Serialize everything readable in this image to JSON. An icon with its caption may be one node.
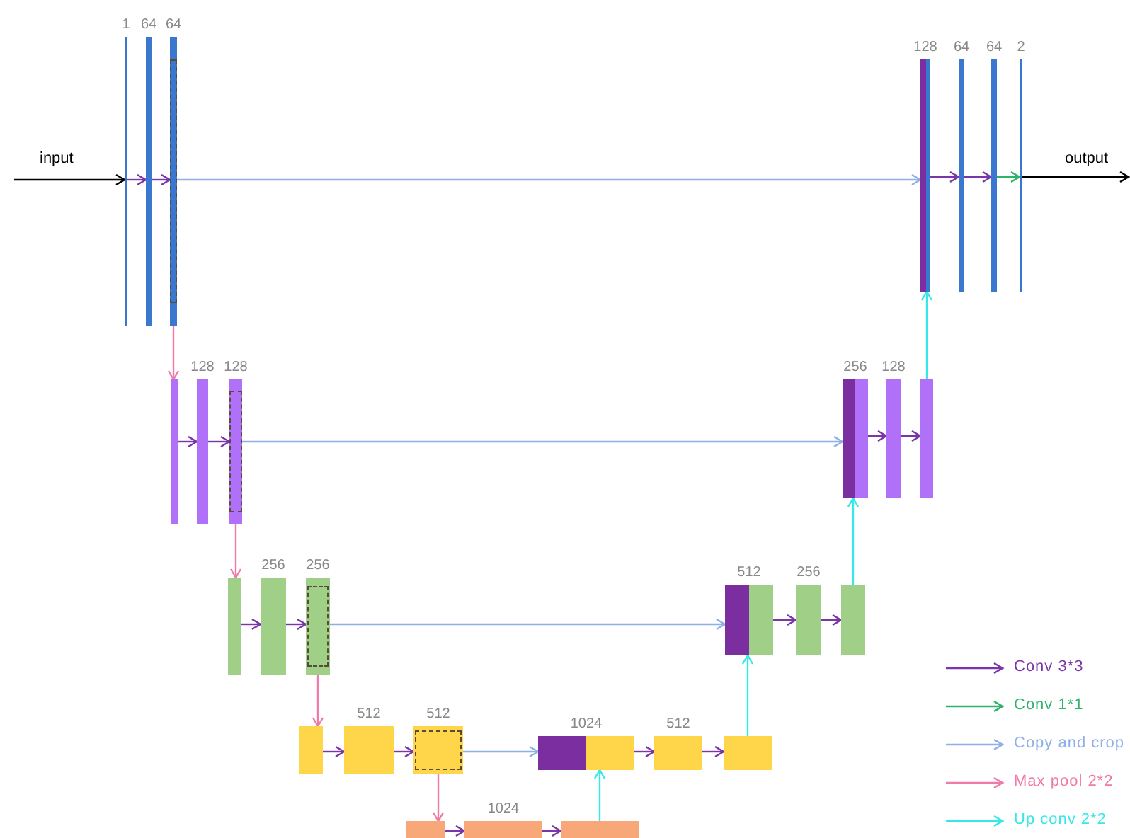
{
  "diagram": {
    "nodes": [
      {
        "text": [],
        "shape": "bar",
        "beside": [
          "1"
        ]
      },
      {
        "text": [],
        "shape": "bar",
        "beside": [
          "64"
        ]
      },
      {
        "text": [],
        "shape": "bar",
        "beside": [
          "64"
        ]
      },
      {
        "text": [],
        "shape": "bar",
        "beside": [
          "128"
        ]
      },
      {
        "text": [],
        "shape": "bar",
        "beside": [
          "64"
        ]
      },
      {
        "text": [],
        "shape": "bar",
        "beside": [
          "64"
        ]
      },
      {
        "text": [],
        "shape": "bar",
        "beside": [
          "2"
        ]
      },
      {
        "text": [],
        "shape": "bar"
      },
      {
        "text": [],
        "shape": "bar",
        "beside": [
          "128"
        ]
      },
      {
        "text": [],
        "shape": "bar",
        "beside": [
          "128"
        ]
      },
      {
        "text": [],
        "shape": "bar",
        "beside": [
          "256"
        ]
      },
      {
        "text": [],
        "shape": "bar",
        "beside": [
          "128"
        ]
      },
      {
        "text": [],
        "shape": "bar"
      },
      {
        "text": [],
        "shape": "bar"
      },
      {
        "text": [],
        "shape": "bar",
        "beside": [
          "256"
        ]
      },
      {
        "text": [],
        "shape": "bar",
        "beside": [
          "256"
        ]
      },
      {
        "text": [],
        "shape": "bar",
        "beside": [
          "512"
        ]
      },
      {
        "text": [],
        "shape": "bar",
        "beside": [
          "256"
        ]
      },
      {
        "text": [],
        "shape": "bar"
      },
      {
        "text": [],
        "shape": "bar"
      },
      {
        "text": [],
        "shape": "bar",
        "beside": [
          "512"
        ]
      },
      {
        "text": [],
        "shape": "bar",
        "beside": [
          "512"
        ]
      },
      {
        "text": [],
        "shape": "bar",
        "beside": [
          "1024"
        ]
      },
      {
        "text": [],
        "shape": "bar",
        "beside": [
          "512"
        ]
      },
      {
        "text": [],
        "shape": "bar"
      },
      {
        "text": [],
        "shape": "bar"
      },
      {
        "text": [],
        "shape": "bar",
        "beside": [
          "1024"
        ]
      },
      {
        "text": [],
        "shape": "bar"
      }
    ],
    "edges": [
      {
        "from": null,
        "to": 0,
        "arrow": "to",
        "label": "input",
        "color": "#000000"
      },
      {
        "from": 0,
        "to": 1,
        "arrow": "to"
      },
      {
        "from": 1,
        "to": 2,
        "arrow": "to"
      },
      {
        "from": 2,
        "to": 3,
        "arrow": "to",
        "color": "#8fb0e6"
      },
      {
        "from": 3,
        "to": 4,
        "arrow": "to"
      },
      {
        "from": 4,
        "to": 5,
        "arrow": "to"
      },
      {
        "from": 5,
        "to": 6,
        "arrow": "to",
        "color": "#2fb36b"
      },
      {
        "from": 6,
        "to": null,
        "arrow": "to",
        "label": "output",
        "color": "#000000"
      },
      {
        "from": 2,
        "to": 7,
        "arrow": "to",
        "color": "#f07aa8"
      },
      {
        "from": 7,
        "to": 8,
        "arrow": "to"
      },
      {
        "from": 8,
        "to": 9,
        "arrow": "to"
      },
      {
        "from": 9,
        "to": 10,
        "arrow": "to",
        "color": "#8fb0e6"
      },
      {
        "from": 10,
        "to": 11,
        "arrow": "to"
      },
      {
        "from": 11,
        "to": 12,
        "arrow": "to"
      },
      {
        "from": 12,
        "to": 3,
        "arrow": "to",
        "color": "#38e8e8"
      },
      {
        "from": 9,
        "to": 13,
        "arrow": "to",
        "color": "#f07aa8"
      },
      {
        "from": 13,
        "to": 14,
        "arrow": "to"
      },
      {
        "from": 14,
        "to": 15,
        "arrow": "to"
      },
      {
        "from": 15,
        "to": 16,
        "arrow": "to",
        "color": "#8fb0e6"
      },
      {
        "from": 16,
        "to": 17,
        "arrow": "to"
      },
      {
        "from": 17,
        "to": 18,
        "arrow": "to"
      },
      {
        "from": 18,
        "to": 10,
        "arrow": "to",
        "color": "#38e8e8"
      },
      {
        "from": 15,
        "to": 19,
        "arrow": "to",
        "color": "#f07aa8"
      },
      {
        "from": 19,
        "to": 20,
        "arrow": "to"
      },
      {
        "from": 20,
        "to": 21,
        "arrow": "to"
      },
      {
        "from": 21,
        "to": 22,
        "arrow": "to",
        "color": "#8fb0e6"
      },
      {
        "from": 22,
        "to": 23,
        "arrow": "to"
      },
      {
        "from": 23,
        "to": 24,
        "arrow": "to"
      },
      {
        "from": 24,
        "to": 16,
        "arrow": "to",
        "color": "#38e8e8"
      },
      {
        "from": 21,
        "to": 25,
        "arrow": "to",
        "color": "#f07aa8"
      },
      {
        "from": 25,
        "to": 26,
        "arrow": "to"
      },
      {
        "from": 26,
        "to": 27,
        "arrow": "to"
      },
      {
        "from": 27,
        "to": 22,
        "arrow": "to",
        "color": "#38e8e8"
      }
    ],
    "legend": [
      {
        "text": "Conv 3*3"
      },
      {
        "text": "Conv 1*1"
      },
      {
        "text": "Copy and crop"
      },
      {
        "text": "Max pool 2*2"
      },
      {
        "text": "Up conv 2*2"
      }
    ]
  }
}
